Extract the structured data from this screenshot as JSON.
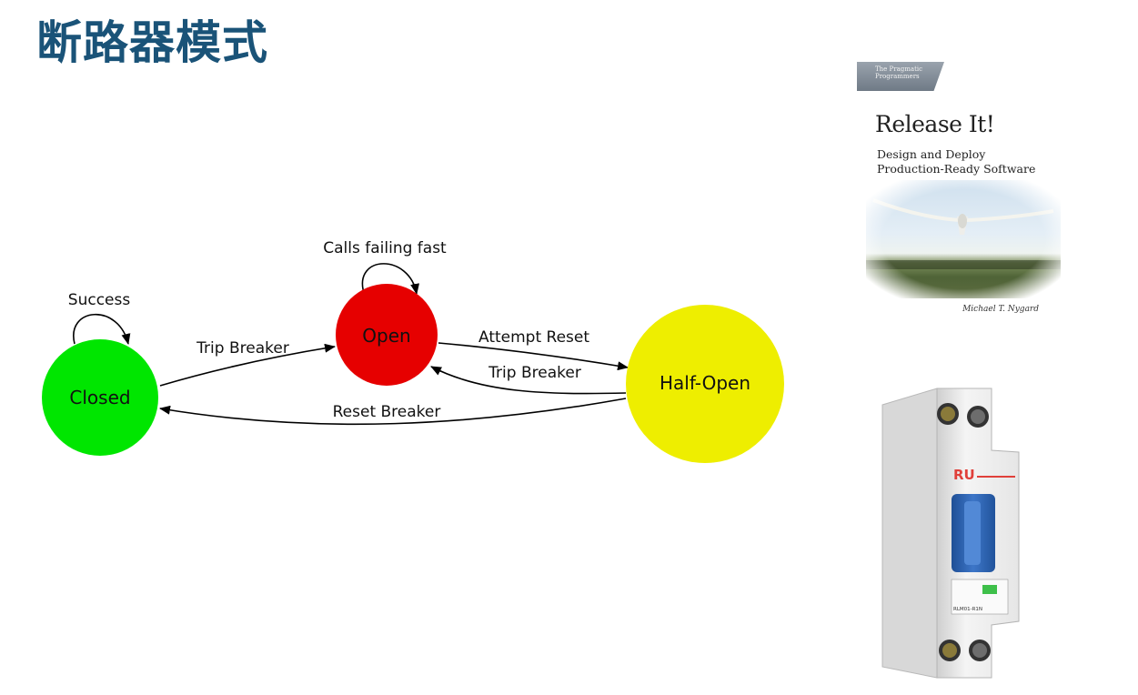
{
  "title": "断路器模式",
  "diagram": {
    "nodes": [
      {
        "id": "closed",
        "label": "Closed",
        "color": "#00e600"
      },
      {
        "id": "open",
        "label": "Open",
        "color": "#e60000"
      },
      {
        "id": "half_open",
        "label": "Half-Open",
        "color": "#eeee00"
      }
    ],
    "edges": [
      {
        "from": "closed",
        "to": "closed",
        "label": "Success"
      },
      {
        "from": "closed",
        "to": "open",
        "label": "Trip Breaker"
      },
      {
        "from": "open",
        "to": "open",
        "label": "Calls failing fast"
      },
      {
        "from": "open",
        "to": "half_open",
        "label": "Attempt Reset"
      },
      {
        "from": "half_open",
        "to": "open",
        "label": "Trip Breaker"
      },
      {
        "from": "half_open",
        "to": "closed",
        "label": "Reset Breaker"
      }
    ]
  },
  "book": {
    "publisher": "The Pragmatic Programmers",
    "title": "Release It!",
    "subtitle_line1": "Design and Deploy",
    "subtitle_line2": "Production-Ready Software",
    "author": "Michael T. Nygard"
  },
  "breaker": {
    "brand": "RU",
    "model": "RLM01-R1N",
    "brand_color": "#e0403a",
    "handle_color": "#2f64b3"
  }
}
